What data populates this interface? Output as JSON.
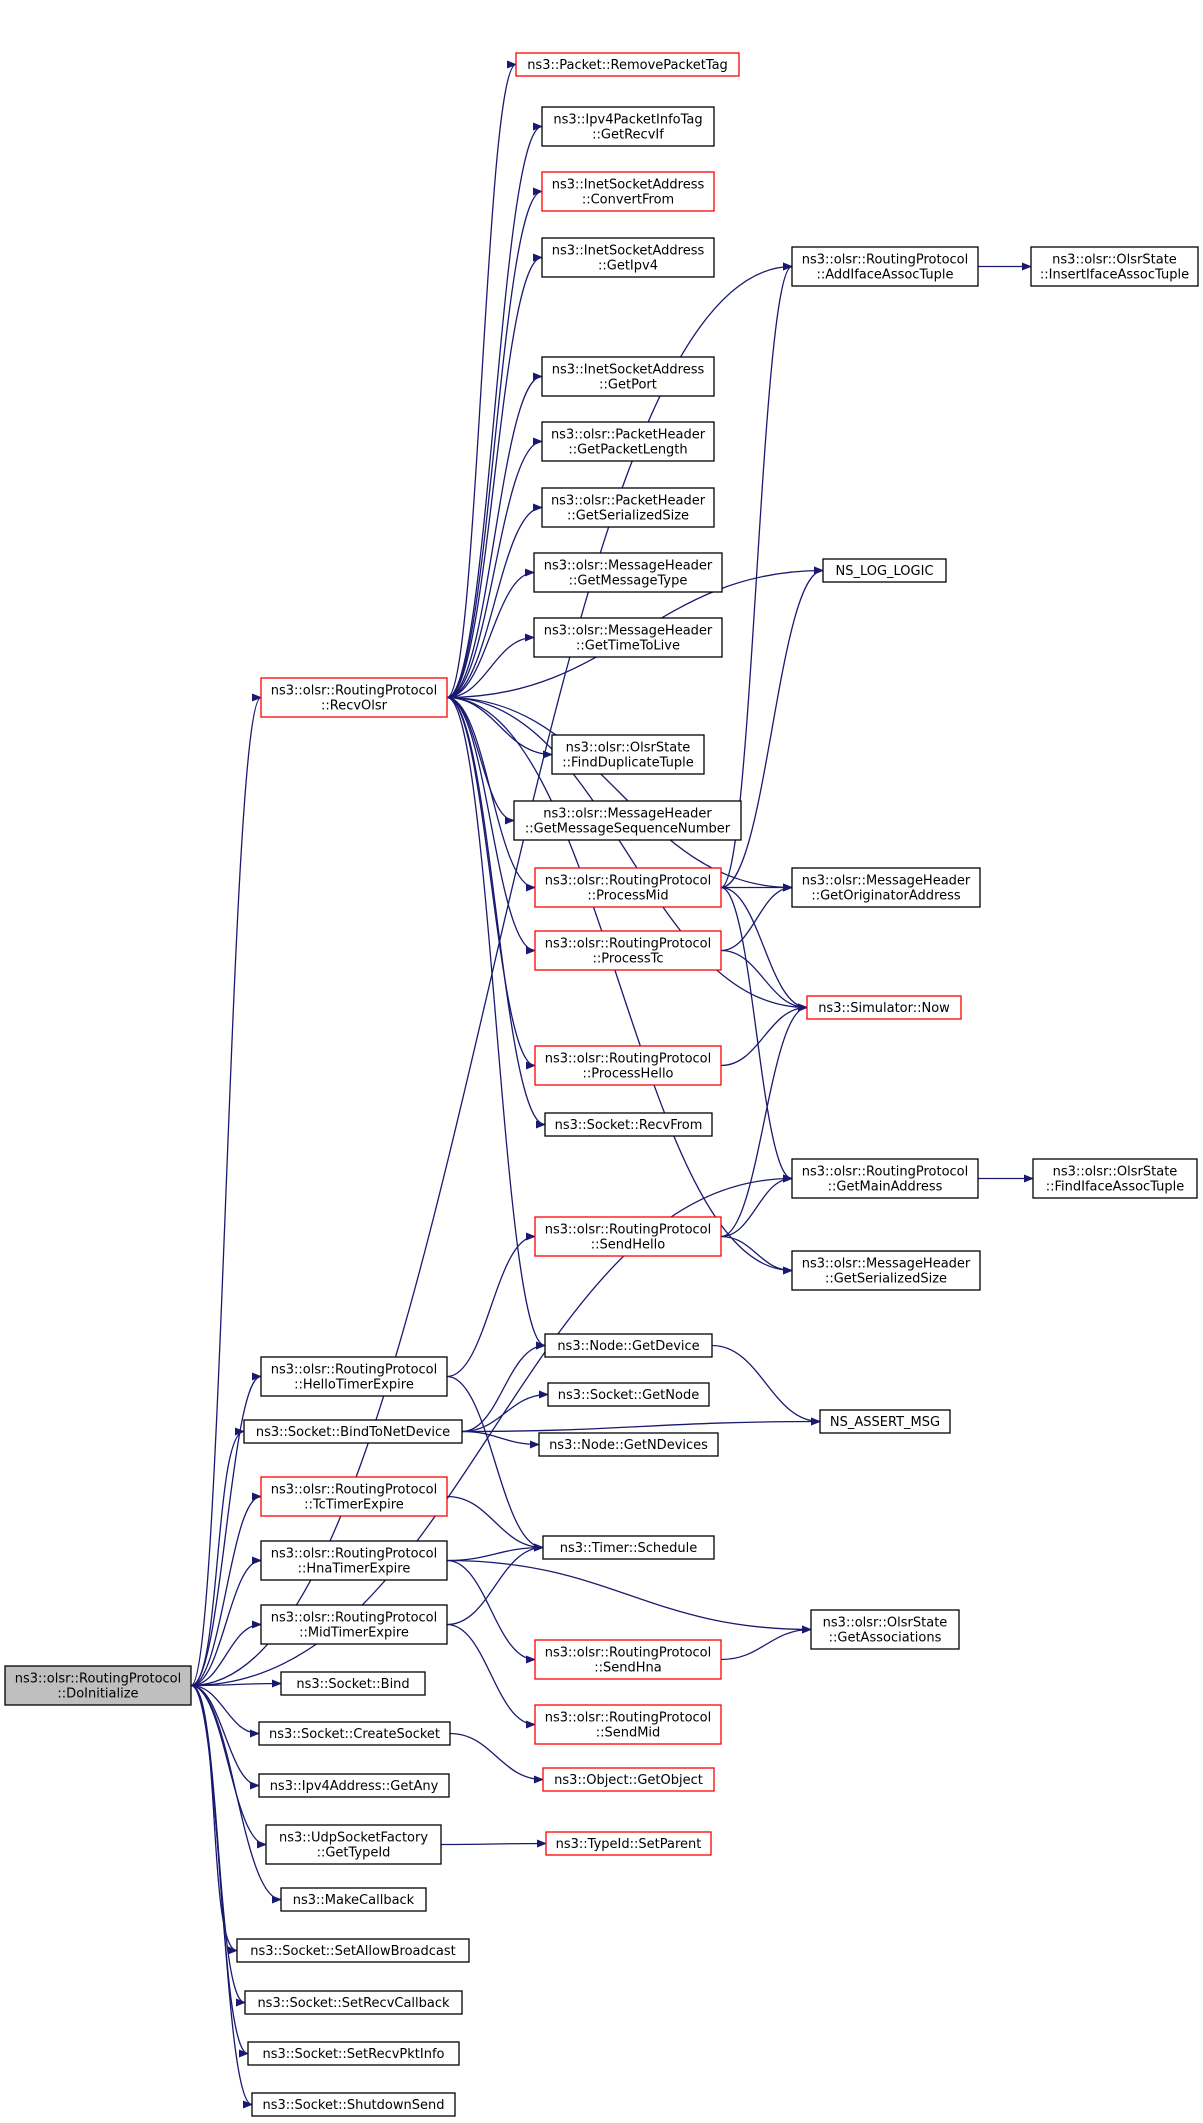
{
  "colors": {
    "edge": "#191970",
    "link_node_border": "#000000",
    "truncated_node_border": "#ff0000",
    "root_fill": "#bfbfbf",
    "node_fill": "#ffffff"
  },
  "nodes": [
    {
      "id": "doinit",
      "kind": "root",
      "lines": [
        "ns3::olsr::RoutingProtocol",
        "::DoInitialize"
      ]
    },
    {
      "id": "recvolsr",
      "kind": "truncated",
      "lines": [
        "ns3::olsr::RoutingProtocol",
        "::RecvOlsr"
      ]
    },
    {
      "id": "removepackettag",
      "kind": "truncated",
      "lines": [
        "ns3::Packet::RemovePacketTag"
      ]
    },
    {
      "id": "getrecvif",
      "kind": "link",
      "lines": [
        "ns3::Ipv4PacketInfoTag",
        "::GetRecvIf"
      ]
    },
    {
      "id": "convertfrom",
      "kind": "truncated",
      "lines": [
        "ns3::InetSocketAddress",
        "::ConvertFrom"
      ]
    },
    {
      "id": "getipv4",
      "kind": "link",
      "lines": [
        "ns3::InetSocketAddress",
        "::GetIpv4"
      ]
    },
    {
      "id": "getport",
      "kind": "link",
      "lines": [
        "ns3::InetSocketAddress",
        "::GetPort"
      ]
    },
    {
      "id": "getpacketlength",
      "kind": "link",
      "lines": [
        "ns3::olsr::PacketHeader",
        "::GetPacketLength"
      ]
    },
    {
      "id": "pktserialized",
      "kind": "link",
      "lines": [
        "ns3::olsr::PacketHeader",
        "::GetSerializedSize"
      ]
    },
    {
      "id": "getmessagetype",
      "kind": "link",
      "lines": [
        "ns3::olsr::MessageHeader",
        "::GetMessageType"
      ]
    },
    {
      "id": "gettimetolive",
      "kind": "link",
      "lines": [
        "ns3::olsr::MessageHeader",
        "::GetTimeToLive"
      ]
    },
    {
      "id": "findduplicate",
      "kind": "link",
      "lines": [
        "ns3::olsr::OlsrState",
        "::FindDuplicateTuple"
      ]
    },
    {
      "id": "getmsgseq",
      "kind": "link",
      "lines": [
        "ns3::olsr::MessageHeader",
        "::GetMessageSequenceNumber"
      ]
    },
    {
      "id": "processmid",
      "kind": "truncated",
      "lines": [
        "ns3::olsr::RoutingProtocol",
        "::ProcessMid"
      ]
    },
    {
      "id": "processtc",
      "kind": "truncated",
      "lines": [
        "ns3::olsr::RoutingProtocol",
        "::ProcessTc"
      ]
    },
    {
      "id": "processhello",
      "kind": "truncated",
      "lines": [
        "ns3::olsr::RoutingProtocol",
        "::ProcessHello"
      ]
    },
    {
      "id": "recvfrom",
      "kind": "link",
      "lines": [
        "ns3::Socket::RecvFrom"
      ]
    },
    {
      "id": "addiface",
      "kind": "link",
      "lines": [
        "ns3::olsr::RoutingProtocol",
        "::AddIfaceAssocTuple"
      ]
    },
    {
      "id": "insertiface",
      "kind": "link",
      "lines": [
        "ns3::olsr::OlsrState",
        "::InsertIfaceAssocTuple"
      ]
    },
    {
      "id": "nslog",
      "kind": "link",
      "lines": [
        "NS_LOG_LOGIC"
      ]
    },
    {
      "id": "getoriginator",
      "kind": "link",
      "lines": [
        "ns3::olsr::MessageHeader",
        "::GetOriginatorAddress"
      ]
    },
    {
      "id": "simnow",
      "kind": "truncated",
      "lines": [
        "ns3::Simulator::Now"
      ]
    },
    {
      "id": "getmainaddr",
      "kind": "link",
      "lines": [
        "ns3::olsr::RoutingProtocol",
        "::GetMainAddress"
      ]
    },
    {
      "id": "findiface",
      "kind": "link",
      "lines": [
        "ns3::olsr::OlsrState",
        "::FindIfaceAssocTuple"
      ]
    },
    {
      "id": "sendhello",
      "kind": "truncated",
      "lines": [
        "ns3::olsr::RoutingProtocol",
        "::SendHello"
      ]
    },
    {
      "id": "msgserialized",
      "kind": "link",
      "lines": [
        "ns3::olsr::MessageHeader",
        "::GetSerializedSize"
      ]
    },
    {
      "id": "hellotimer",
      "kind": "link",
      "lines": [
        "ns3::olsr::RoutingProtocol",
        "::HelloTimerExpire"
      ]
    },
    {
      "id": "getdevice",
      "kind": "link",
      "lines": [
        "ns3::Node::GetDevice"
      ]
    },
    {
      "id": "getnode",
      "kind": "link",
      "lines": [
        "ns3::Socket::GetNode"
      ]
    },
    {
      "id": "bindtonet",
      "kind": "link",
      "lines": [
        "ns3::Socket::BindToNetDevice"
      ]
    },
    {
      "id": "getndevices",
      "kind": "link",
      "lines": [
        "ns3::Node::GetNDevices"
      ]
    },
    {
      "id": "nsassert",
      "kind": "link",
      "lines": [
        "NS_ASSERT_MSG"
      ]
    },
    {
      "id": "tctimer",
      "kind": "truncated",
      "lines": [
        "ns3::olsr::RoutingProtocol",
        "::TcTimerExpire"
      ]
    },
    {
      "id": "hnatimer",
      "kind": "link",
      "lines": [
        "ns3::olsr::RoutingProtocol",
        "::HnaTimerExpire"
      ]
    },
    {
      "id": "timerschedule",
      "kind": "link",
      "lines": [
        "ns3::Timer::Schedule"
      ]
    },
    {
      "id": "midtimer",
      "kind": "link",
      "lines": [
        "ns3::olsr::RoutingProtocol",
        "::MidTimerExpire"
      ]
    },
    {
      "id": "getassoc",
      "kind": "link",
      "lines": [
        "ns3::olsr::OlsrState",
        "::GetAssociations"
      ]
    },
    {
      "id": "sendhna",
      "kind": "truncated",
      "lines": [
        "ns3::olsr::RoutingProtocol",
        "::SendHna"
      ]
    },
    {
      "id": "bind",
      "kind": "link",
      "lines": [
        "ns3::Socket::Bind"
      ]
    },
    {
      "id": "sendmid",
      "kind": "truncated",
      "lines": [
        "ns3::olsr::RoutingProtocol",
        "::SendMid"
      ]
    },
    {
      "id": "createsocket",
      "kind": "link",
      "lines": [
        "ns3::Socket::CreateSocket"
      ]
    },
    {
      "id": "getobject",
      "kind": "truncated",
      "lines": [
        "ns3::Object::GetObject"
      ]
    },
    {
      "id": "getany",
      "kind": "link",
      "lines": [
        "ns3::Ipv4Address::GetAny"
      ]
    },
    {
      "id": "udpgettypeid",
      "kind": "link",
      "lines": [
        "ns3::UdpSocketFactory",
        "::GetTypeId"
      ]
    },
    {
      "id": "setparent",
      "kind": "truncated",
      "lines": [
        "ns3::TypeId::SetParent"
      ]
    },
    {
      "id": "makecallback",
      "kind": "link",
      "lines": [
        "ns3::MakeCallback"
      ]
    },
    {
      "id": "setallowbroadcast",
      "kind": "link",
      "lines": [
        "ns3::Socket::SetAllowBroadcast"
      ]
    },
    {
      "id": "setrecvcallback",
      "kind": "link",
      "lines": [
        "ns3::Socket::SetRecvCallback"
      ]
    },
    {
      "id": "setrecvpktinfo",
      "kind": "link",
      "lines": [
        "ns3::Socket::SetRecvPktInfo"
      ]
    },
    {
      "id": "shutdownsend",
      "kind": "link",
      "lines": [
        "ns3::Socket::ShutdownSend"
      ]
    }
  ],
  "edges": [
    [
      "doinit",
      "addiface"
    ],
    [
      "doinit",
      "recvolsr"
    ],
    [
      "doinit",
      "getmainaddr"
    ],
    [
      "doinit",
      "hellotimer"
    ],
    [
      "doinit",
      "bindtonet"
    ],
    [
      "doinit",
      "tctimer"
    ],
    [
      "doinit",
      "hnatimer"
    ],
    [
      "doinit",
      "midtimer"
    ],
    [
      "doinit",
      "bind"
    ],
    [
      "doinit",
      "createsocket"
    ],
    [
      "doinit",
      "getany"
    ],
    [
      "doinit",
      "udpgettypeid"
    ],
    [
      "doinit",
      "makecallback"
    ],
    [
      "doinit",
      "setallowbroadcast"
    ],
    [
      "doinit",
      "setrecvcallback"
    ],
    [
      "doinit",
      "setrecvpktinfo"
    ],
    [
      "doinit",
      "shutdownsend"
    ],
    [
      "recvolsr",
      "removepackettag"
    ],
    [
      "recvolsr",
      "getrecvif"
    ],
    [
      "recvolsr",
      "convertfrom"
    ],
    [
      "recvolsr",
      "getipv4"
    ],
    [
      "recvolsr",
      "nslog"
    ],
    [
      "recvolsr",
      "getport"
    ],
    [
      "recvolsr",
      "getpacketlength"
    ],
    [
      "recvolsr",
      "pktserialized"
    ],
    [
      "recvolsr",
      "getmessagetype"
    ],
    [
      "recvolsr",
      "gettimetolive"
    ],
    [
      "recvolsr",
      "getoriginator"
    ],
    [
      "recvolsr",
      "findduplicate"
    ],
    [
      "recvolsr",
      "getmsgseq"
    ],
    [
      "recvolsr",
      "processmid"
    ],
    [
      "recvolsr",
      "processtc"
    ],
    [
      "recvolsr",
      "simnow"
    ],
    [
      "recvolsr",
      "processhello"
    ],
    [
      "recvolsr",
      "recvfrom"
    ],
    [
      "recvolsr",
      "msgserialized"
    ],
    [
      "recvolsr",
      "getdevice"
    ],
    [
      "processmid",
      "addiface"
    ],
    [
      "processmid",
      "nslog"
    ],
    [
      "processmid",
      "getoriginator"
    ],
    [
      "processmid",
      "simnow"
    ],
    [
      "processmid",
      "getmainaddr"
    ],
    [
      "processtc",
      "getoriginator"
    ],
    [
      "processtc",
      "simnow"
    ],
    [
      "processhello",
      "simnow"
    ],
    [
      "addiface",
      "insertiface"
    ],
    [
      "getmainaddr",
      "findiface"
    ],
    [
      "sendhello",
      "simnow"
    ],
    [
      "sendhello",
      "getmainaddr"
    ],
    [
      "sendhello",
      "msgserialized"
    ],
    [
      "hellotimer",
      "sendhello"
    ],
    [
      "hellotimer",
      "timerschedule"
    ],
    [
      "bindtonet",
      "getdevice"
    ],
    [
      "bindtonet",
      "getnode"
    ],
    [
      "bindtonet",
      "getndevices"
    ],
    [
      "bindtonet",
      "nsassert"
    ],
    [
      "getdevice",
      "nsassert"
    ],
    [
      "tctimer",
      "timerschedule"
    ],
    [
      "hnatimer",
      "timerschedule"
    ],
    [
      "hnatimer",
      "getassoc"
    ],
    [
      "hnatimer",
      "sendhna"
    ],
    [
      "midtimer",
      "timerschedule"
    ],
    [
      "midtimer",
      "sendmid"
    ],
    [
      "sendhna",
      "getassoc"
    ],
    [
      "createsocket",
      "getobject"
    ],
    [
      "udpgettypeid",
      "setparent"
    ]
  ]
}
